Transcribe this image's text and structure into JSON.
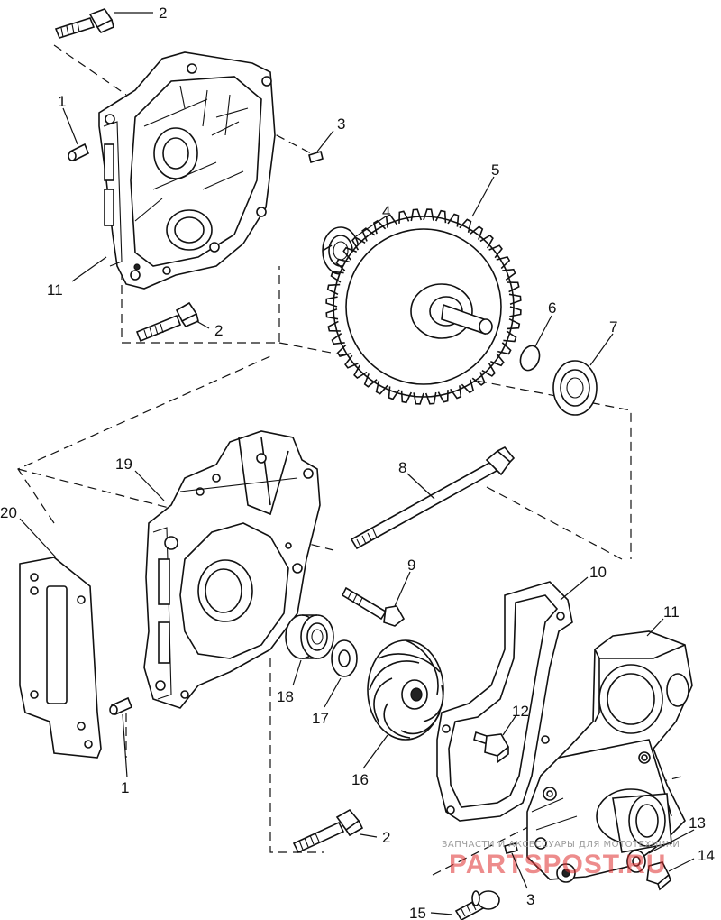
{
  "callouts": {
    "c2_top": "2",
    "c1_top": "1",
    "c3_top": "3",
    "c11_left": "11",
    "c4": "4",
    "c5": "5",
    "c2_mid": "2",
    "c6": "6",
    "c7": "7",
    "c19": "19",
    "c8": "8",
    "c20": "20",
    "c9": "9",
    "c10": "10",
    "c11_right": "11",
    "c12": "12",
    "c18": "18",
    "c17": "17",
    "c16": "16",
    "c1_bottom": "1",
    "c13": "13",
    "c2_bottom": "2",
    "c14": "14",
    "c3_bottom": "3",
    "c15": "15"
  },
  "watermark": {
    "caption": "ЗАПЧАСТИ И АКСЕССУАРЫ ДЛЯ МОТОТЕХНИКИ",
    "logo": "PARTSPOST.RU"
  },
  "colors": {
    "line": "#111111",
    "background": "#ffffff",
    "watermark_logo": "#e03030",
    "watermark_caption": "#9a9a9a"
  }
}
